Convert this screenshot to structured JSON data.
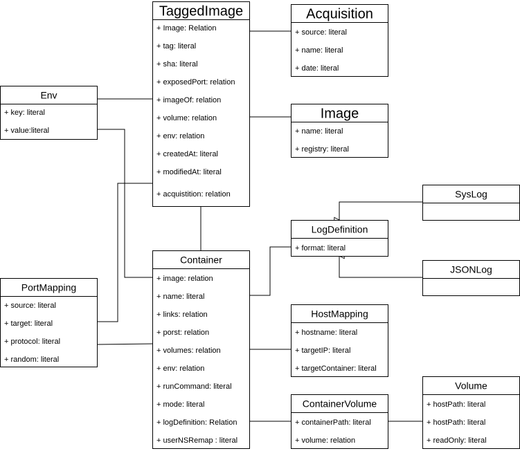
{
  "classes": {
    "tagged_image": {
      "title": "TaggedImage",
      "attrs": [
        "+ Image: Relation",
        "+ tag: literal",
        "+ sha: literal",
        "+ exposedPort: relation",
        "+ imageOf: relation",
        "+ volume: relation",
        "+ env: relation",
        "+ createdAt: literal",
        "+ modifiedAt: literal",
        "+ acquistition: relation"
      ]
    },
    "acquisition": {
      "title": "Acquisition",
      "attrs": [
        "+ source: literal",
        "+ name: literal",
        "+ date: literal"
      ]
    },
    "env": {
      "title": "Env",
      "attrs": [
        "+ key: literal",
        "+ value:literal"
      ]
    },
    "image": {
      "title": "Image",
      "attrs": [
        "+ name: literal",
        "+ registry: literal"
      ]
    },
    "syslog": {
      "title": "SysLog",
      "attrs": []
    },
    "log_definition": {
      "title": "LogDefinition",
      "attrs": [
        "+ format: literal"
      ]
    },
    "jsonlog": {
      "title": "JSONLog",
      "attrs": []
    },
    "container": {
      "title": "Container",
      "attrs": [
        "+ image: relation",
        "+ name: literal",
        "+ links: relation",
        "+ porst: relation",
        "+ volumes: relation",
        "+ env: relation",
        "+ runCommand: literal",
        "+ mode: literal",
        "+ logDefinition: Relation",
        "+ userNSRemap : literal"
      ]
    },
    "port_mapping": {
      "title": "PortMapping",
      "attrs": [
        "+ source: literal",
        "+ target: literal",
        "+ protocol: literal",
        "+ random: literal"
      ]
    },
    "host_mapping": {
      "title": "HostMapping",
      "attrs": [
        "+ hostname: literal",
        "+ targetIP: literal",
        "+ targetContainer: literal"
      ]
    },
    "container_volume": {
      "title": "ContainerVolume",
      "attrs": [
        "+ containerPath: literal",
        "+ volume: relation"
      ]
    },
    "volume": {
      "title": "Volume",
      "attrs": [
        "+ hostPath: literal",
        "+ hostPath: literal",
        "+ readOnly: literal"
      ]
    }
  }
}
